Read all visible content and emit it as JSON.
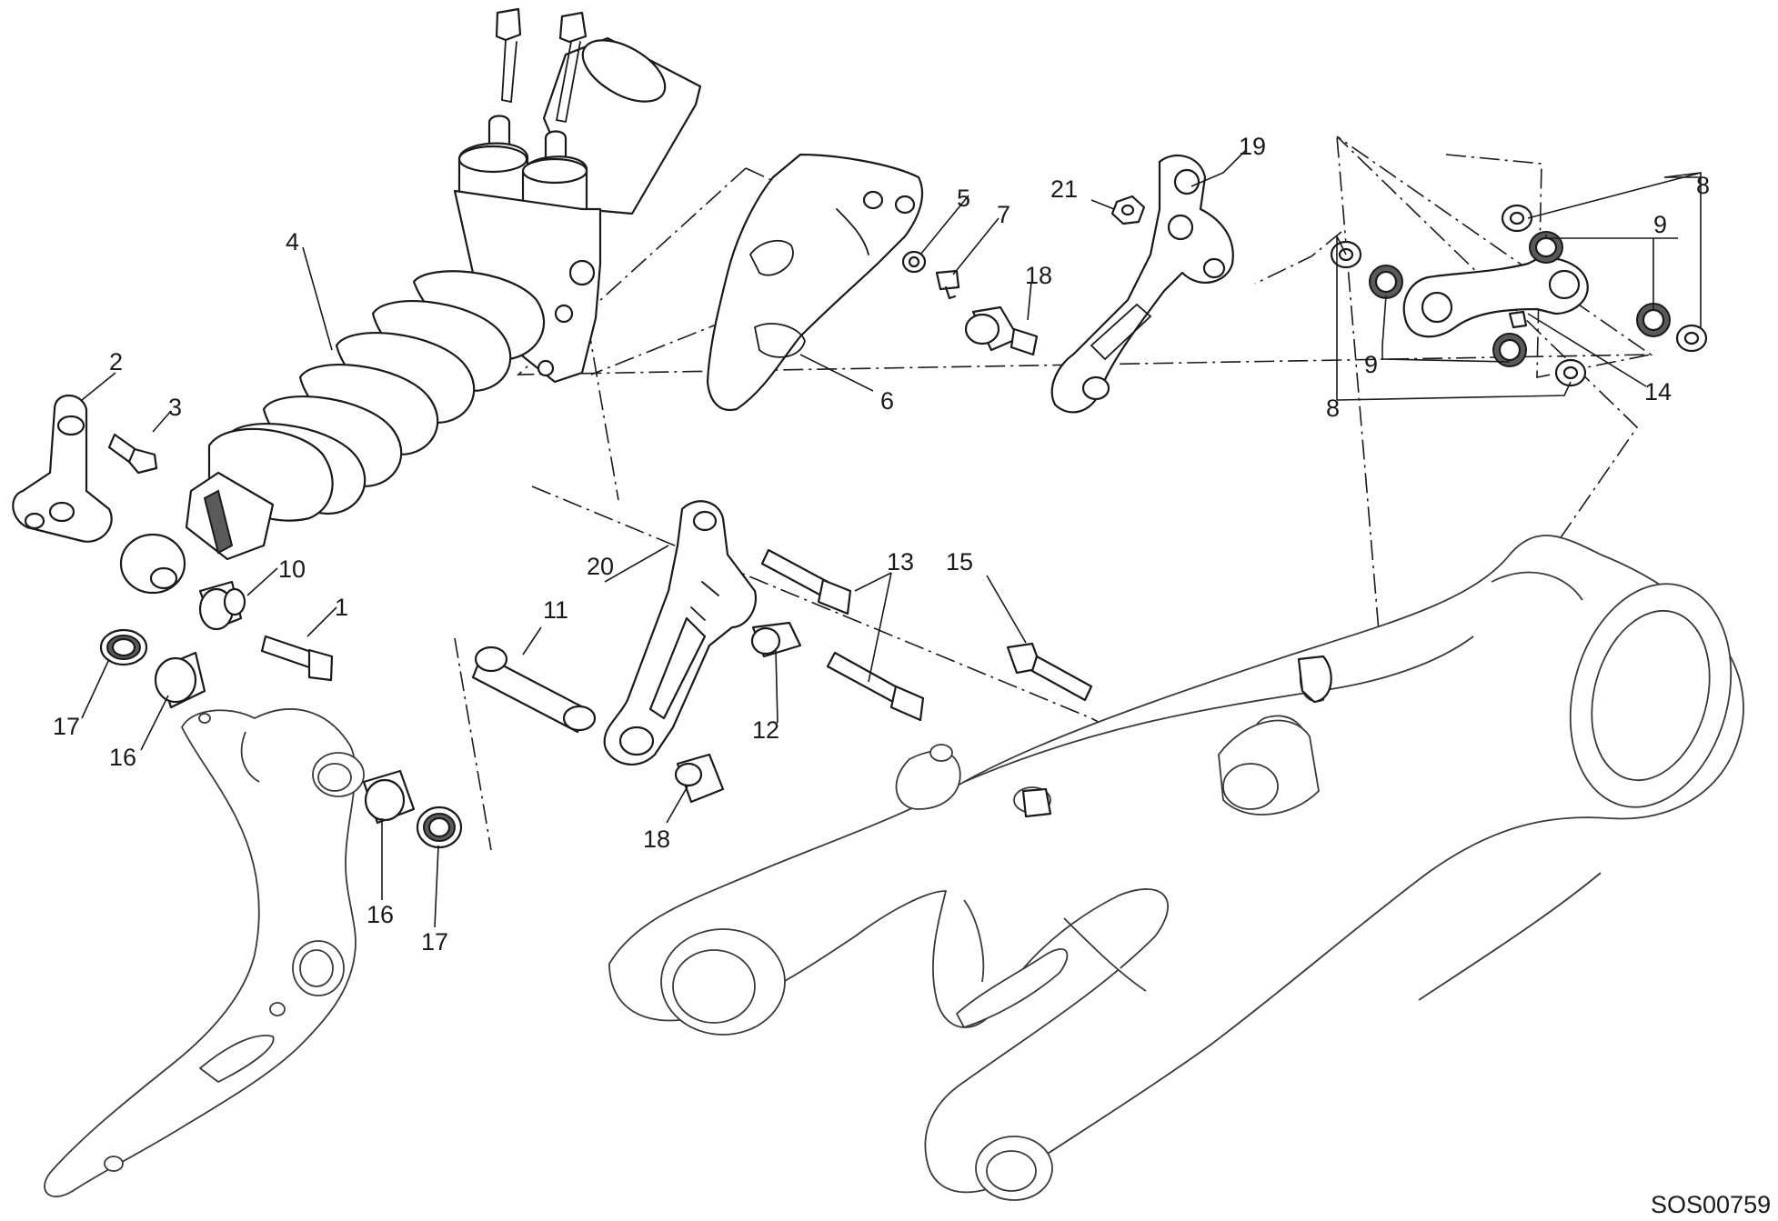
{
  "drawing_code": "SOS00759",
  "callouts": {
    "c1": "1",
    "c2": "2",
    "c3": "3",
    "c4": "4",
    "c5": "5",
    "c6": "6",
    "c7": "7",
    "c8a": "8",
    "c8b": "8",
    "c9a": "9",
    "c9b": "9",
    "c10": "10",
    "c11": "11",
    "c12": "12",
    "c13": "13",
    "c14": "14",
    "c15": "15",
    "c16a": "16",
    "c16b": "16",
    "c17a": "17",
    "c17b": "17",
    "c18a": "18",
    "c18b": "18",
    "c19": "19",
    "c20": "20",
    "c21": "21"
  }
}
